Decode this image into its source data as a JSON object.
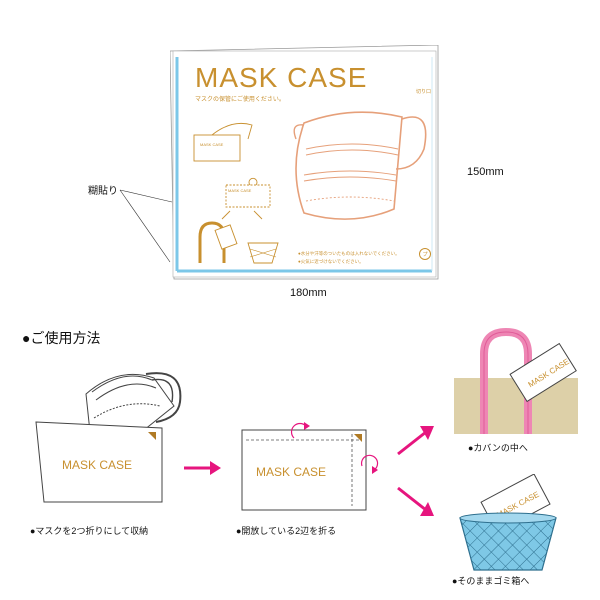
{
  "product": {
    "title": "MASK CASE",
    "subtitle": "マスクの保管にご使用ください。",
    "corner_text": "切り口",
    "notes": [
      "●水分や汗等のついたものは入れないでください。",
      "●火気に近づけないでください。"
    ]
  },
  "dimensions": {
    "height_label": "150mm",
    "width_label": "180mm",
    "glue_label": "糊貼り"
  },
  "usage": {
    "heading": "●ご使用方法",
    "step1_caption": "●マスクを2つ折りにして収納",
    "step2_caption": "●開放している2辺を折る",
    "bag_caption": "●カバンの中へ",
    "trash_caption": "●そのままゴミ箱へ",
    "card_label": "MASK CASE"
  },
  "colors": {
    "accent_gold": "#c8902f",
    "guide_blue": "#7cc7e8",
    "arrow_magenta": "#e6157e",
    "bag_tan": "#ddd0a8",
    "handle_pink": "#ee86b4",
    "basket_blue": "#7ec8e6",
    "mask_orange": "#e6a07a"
  },
  "icons": [
    "mask-icon",
    "bag-icon",
    "basket-icon",
    "arrow-right-icon",
    "fold-arrow-icon"
  ]
}
